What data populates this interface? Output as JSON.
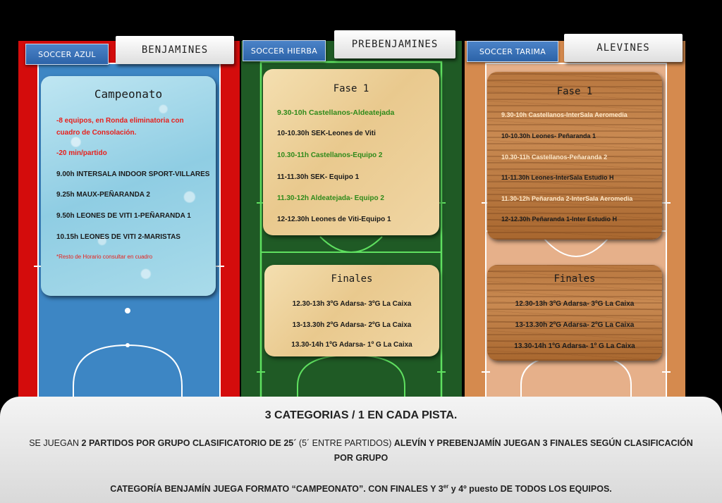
{
  "benjamines": {
    "tag": "SOCCER  AZUL",
    "title": "BENJAMINES",
    "card_title": "Campeonato",
    "lines": [
      "-8 equipos, en Ronda eliminatoria con",
      "cuadro de Consolación.",
      "-20 min/partido",
      "9.00h INTERSALA INDOOR SPORT-VILLARES",
      "9.25h MAUX-PEÑARANDA 2",
      "9.50h LEONES DE VITI 1-PEÑARANDA 1",
      "10.15h LEONES DE VITI 2-MARISTAS",
      "*Resto de Horario consultar en cuadro"
    ]
  },
  "prebenjamines": {
    "tag": "SOCCER  HIERBA",
    "title": "PREBENJAMINES",
    "fase_title": "Fase 1",
    "fase_lines": [
      "9.30-10h Castellanos-Aldeatejada",
      "10-10.30h SEK-Leones de Viti",
      "10.30-11h Castellanos-Equipo 2",
      "11-11.30h SEK- Equipo  1",
      "11.30-12h Aldeatejada- Equipo  2",
      "12-12.30h Leones de Viti-Equipo  1"
    ],
    "finales_title": "Finales",
    "finales_lines": [
      "12.30-13h 3ºG Adarsa- 3ºG La Caixa",
      "13-13.30h 2ºG Adarsa- 2ºG La Caixa",
      "13.30-14h 1ºG Adarsa- 1º G La Caixa"
    ]
  },
  "alevines": {
    "tag": "SOCCER  TARIMA",
    "title": "ALEVINES",
    "fase_title": "Fase 1",
    "fase_lines": [
      "9.30-10h Castellanos-InterSala Aeromedia",
      "10-10.30h Leones- Peñaranda 1",
      "10.30-11h Castellanos-Peñaranda 2",
      "11-11.30h Leones-InterSala Estudio H",
      "11.30-12h Peñaranda 2-InterSala Aeromedia",
      "12-12.30h Peñaranda 1-Inter Estudio H"
    ],
    "finales_title": "Finales",
    "finales_lines": [
      "12.30-13h 3ºG Adarsa- 3ºG La Caixa",
      "13-13.30h 2ºG Adarsa- 2ºG La Caixa",
      "13.30-14h 1ºG Adarsa- 1º G La Caixa"
    ]
  },
  "bottom": {
    "heading": "3 CATEGORIAS / 1 EN CADA PISTA.",
    "p1_a": "SE JUEGAN ",
    "p1_b": "2 PARTIDOS POR GRUPO CLASIFICATORIO DE 25´",
    "p1_c": "  (5´ ENTRE PARTIDOS) ",
    "p1_d": "ALEVÍN Y PREBENJAMÍN JUEGAN 3 FINALES SEGÚN CLASIFICACIÓN POR GRUPO",
    "p2_a": "CATEGORÍA BENJAMÍN JUEGA FORMATO “CAMPEONATO”. CON FINALES Y 3",
    "p2_sup": "er",
    "p2_b": " y 4º puesto DE TODOS LOS EQUIPOS."
  },
  "colors": {
    "red_text": "#e8201c",
    "green_text": "#2f8a1a",
    "wood_light_text": "#ffe9c9",
    "dark_text": "#1a1a1a"
  }
}
